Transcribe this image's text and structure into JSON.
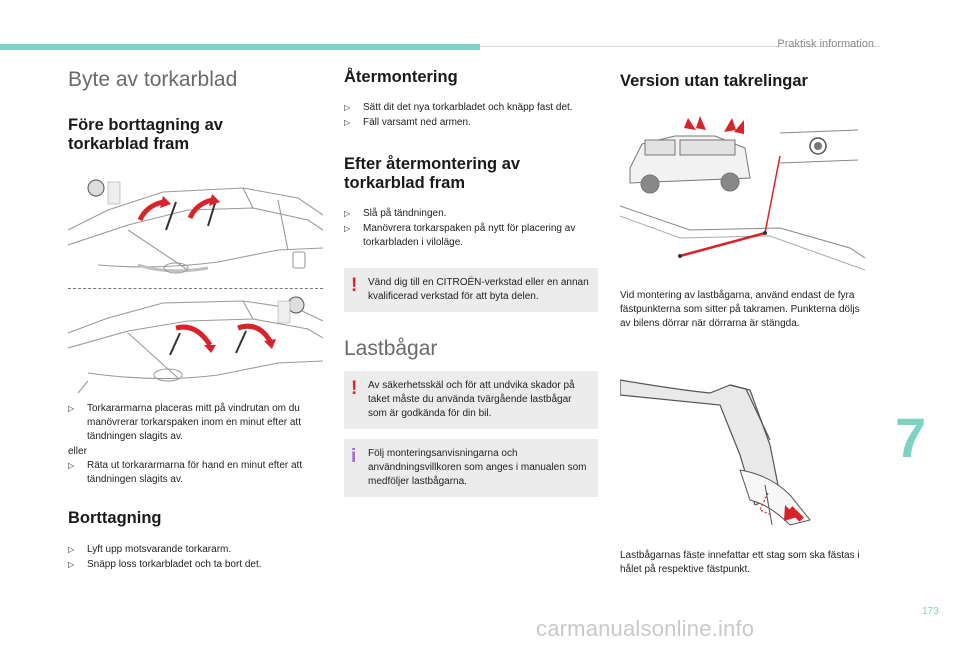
{
  "header": {
    "section_label": "Praktisk information"
  },
  "chapter": "7",
  "page_number": "173",
  "watermark": "carmanualsonline.info",
  "col1": {
    "title": "Byte av torkarblad",
    "subtitle1": "Före borttagning av torkarblad fram",
    "bullets": [
      "Torkararmarna placeras mitt på vindrutan om du manövrerar torkarspaken inom en minut efter att tändningen slagits av.",
      "Räta ut torkararmarna för hand en minut efter att tändningen slagits av."
    ],
    "or_label": "eller",
    "subtitle2": "Borttagning",
    "removal_bullets": [
      "Lyft upp motsvarande torkararm.",
      "Snäpp loss torkarbladet och ta bort det."
    ]
  },
  "col2": {
    "title1": "Återmontering",
    "bullets1": [
      "Sätt dit det nya torkarbladet och knäpp fast det.",
      "Fäll varsamt ned armen."
    ],
    "title2": "Efter återmontering av torkarblad fram",
    "bullets2": [
      "Slå på tändningen.",
      "Manövrera torkarspaken på nytt för placering av torkarbladen i viloläge."
    ],
    "warning1": "Vänd dig till en CITROËN-verkstad eller en annan kvalificerad verkstad för att byta delen.",
    "title3": "Lastbågar",
    "warning2": "Av säkerhetsskäl och för att undvika skador på taket måste du använda tvärgående lastbågar som är godkända för din bil.",
    "info": "Följ monteringsanvisningarna och användningsvillkoren som anges i manualen som medföljer lastbågarna."
  },
  "col3": {
    "title": "Version utan takrelingar",
    "para1": "Vid montering av lastbågarna, använd endast de fyra fästpunkterna som sitter på takramen. Punkterna döljs av bilens dörrar när dörrarna är stängda.",
    "para2": "Lastbågarnas fäste innefattar ett stag som ska fästas i hålet på respektive fästpunkt."
  },
  "icons": {
    "bullet": "arrow-bullet-icon",
    "warning": "exclamation-icon",
    "info": "info-i-icon"
  },
  "colors": {
    "accent": "#7dd3c3",
    "warning": "#e2232a",
    "info": "#a16bd4",
    "arrow_red": "#d8232a"
  }
}
